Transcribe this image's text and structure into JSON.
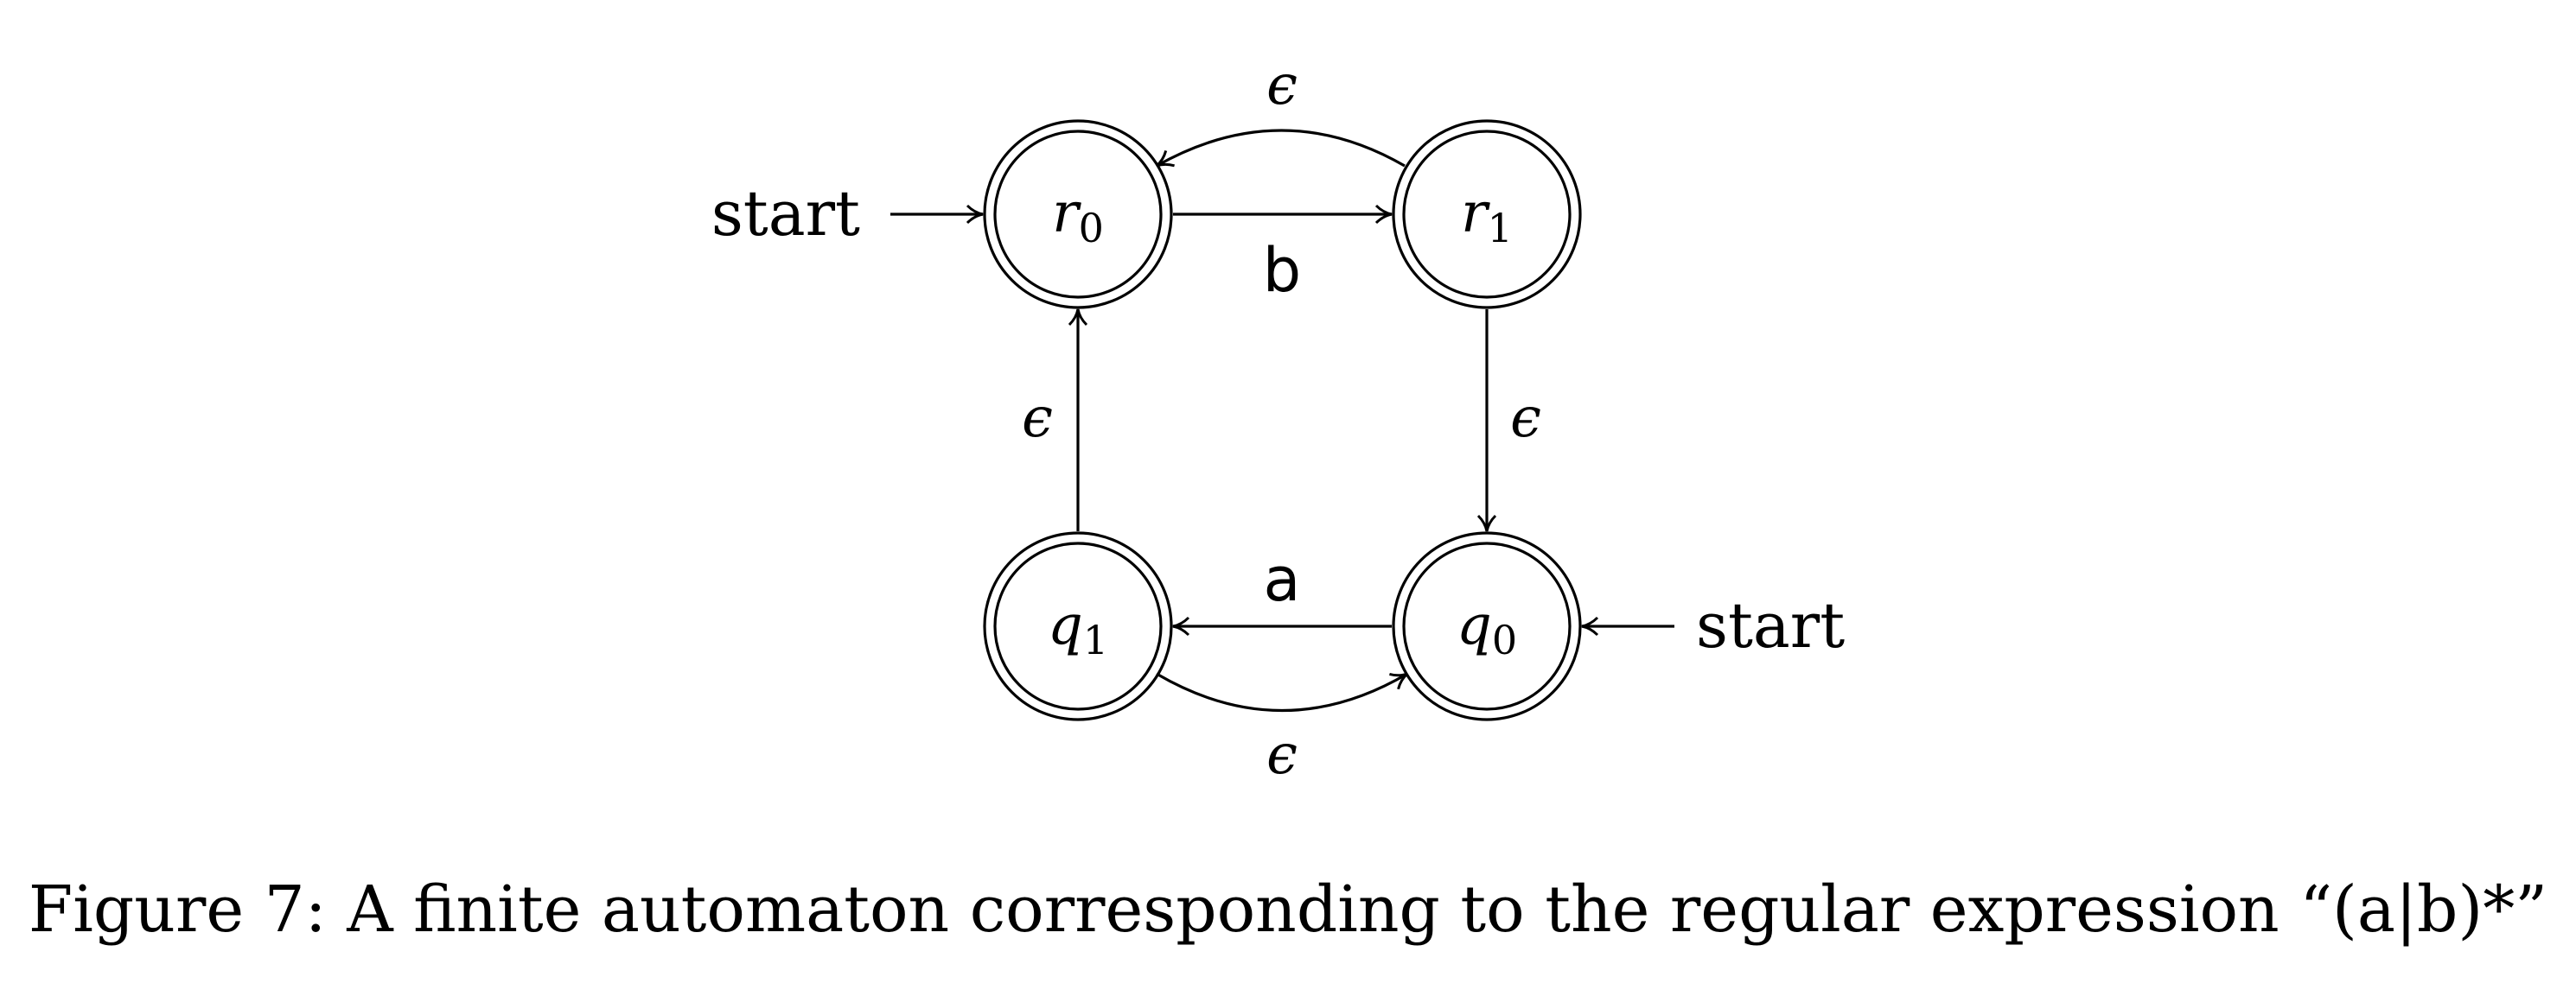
{
  "diagram": {
    "title": "A finite automaton corresponding to the regular expression “(a|b)*”",
    "states": [
      {
        "id": "r0",
        "name": "r",
        "sub": "0",
        "accepting": true,
        "start": true
      },
      {
        "id": "r1",
        "name": "r",
        "sub": "1",
        "accepting": true,
        "start": false
      },
      {
        "id": "q0",
        "name": "q",
        "sub": "0",
        "accepting": true,
        "start": true
      },
      {
        "id": "q1",
        "name": "q",
        "sub": "1",
        "accepting": true,
        "start": false
      }
    ],
    "start_label": "start",
    "transitions": [
      {
        "from": "r0",
        "to": "r1",
        "label": "b"
      },
      {
        "from": "r1",
        "to": "r0",
        "label": "ϵ"
      },
      {
        "from": "r1",
        "to": "q0",
        "label": "ϵ"
      },
      {
        "from": "q0",
        "to": "q1",
        "label": "a"
      },
      {
        "from": "q1",
        "to": "q0",
        "label": "ϵ"
      },
      {
        "from": "q1",
        "to": "r0",
        "label": "ϵ"
      }
    ]
  },
  "caption": {
    "figure_label": "Figure 7:",
    "text": "A finite automaton corresponding to the regular expression “(a|b)*”"
  }
}
